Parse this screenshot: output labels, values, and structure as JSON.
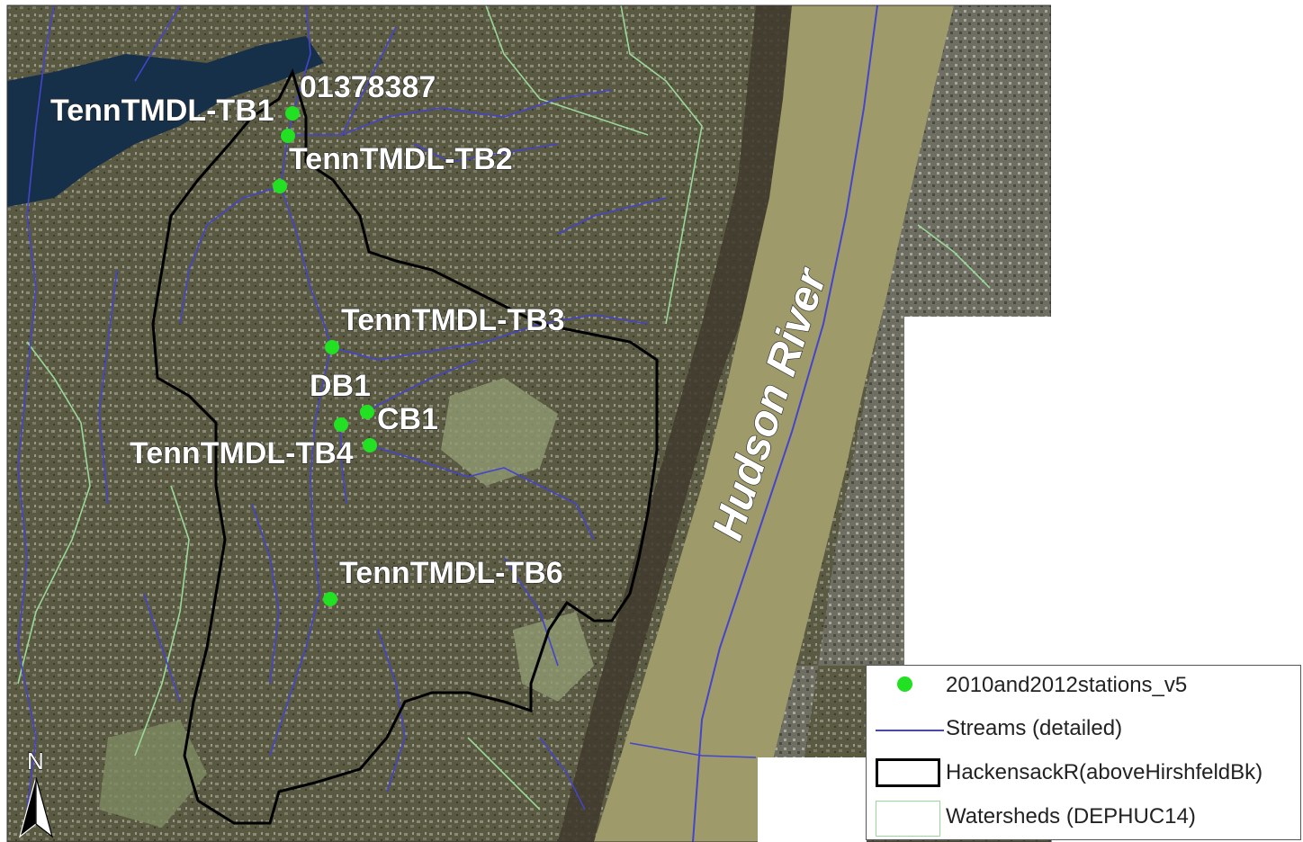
{
  "stations": [
    {
      "label": "01378387",
      "id": "st-01378387"
    },
    {
      "label": "TennTMDL-TB1",
      "id": "st-tb1"
    },
    {
      "label": "TennTMDL-TB2",
      "id": "st-tb2"
    },
    {
      "label": "TennTMDL-TB3",
      "id": "st-tb3"
    },
    {
      "label": "DB1",
      "id": "st-db1"
    },
    {
      "label": "CB1",
      "id": "st-cb1"
    },
    {
      "label": "TennTMDL-TB4",
      "id": "st-tb4"
    },
    {
      "label": "TennTMDL-TB6",
      "id": "st-tb6"
    }
  ],
  "river_label": "Hudson River",
  "north_arrow_label": "N",
  "legend": {
    "items": [
      {
        "label": "2010and2012stations_v5",
        "symbol": "green-dot"
      },
      {
        "label": "Streams (detailed)",
        "symbol": "blue-line"
      },
      {
        "label": "HackensackR(aboveHirshfeldBk)",
        "symbol": "black-outline"
      },
      {
        "label": "Watersheds (DEPHUC14)",
        "symbol": "green-outline"
      }
    ]
  },
  "colors": {
    "station": "#22e022",
    "stream": "#4444cc",
    "watershed_boundary": "#000000",
    "huc14": "#9ad89a",
    "river": "#9e9a6a",
    "land": "#4f4f38"
  }
}
